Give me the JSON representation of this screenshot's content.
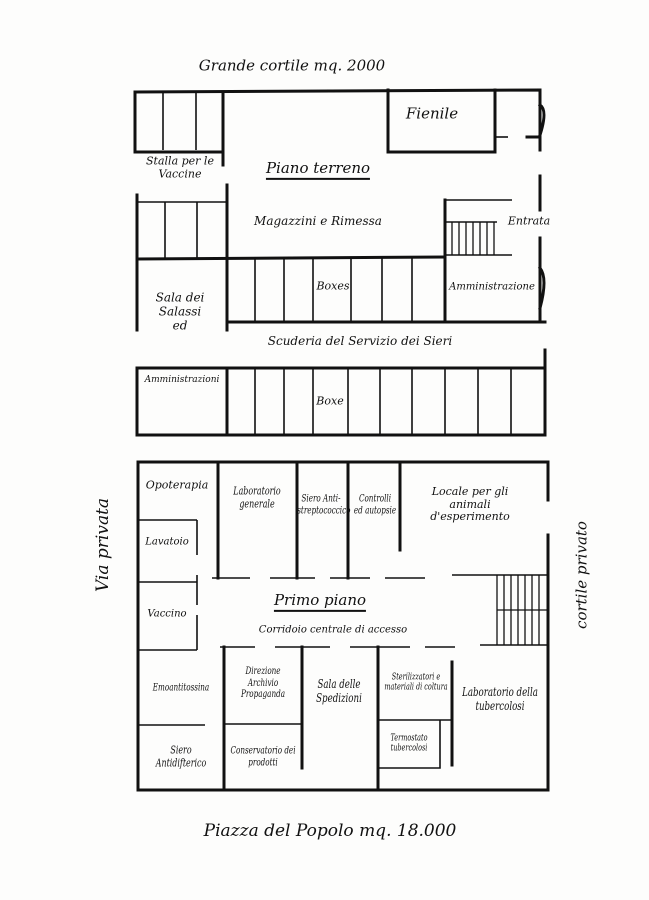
{
  "top_label": "Grande cortile mq. 2000",
  "bottom_label": "Piazza del Popolo mq. 18.000",
  "left_label": "Via privata",
  "right_label": "cortile privato",
  "ground_floor": {
    "title": "Piano terreno",
    "rooms": {
      "fienile": "Fienile",
      "stalla": "Stalla per le Vaccine",
      "magazzini": "Magazzini e Rimessa",
      "entrata": "Entrata",
      "boxes": "Boxes",
      "amministrazione": "Amministrazione",
      "sala_salassi": "Sala dei Salassi ed",
      "scuderia": "Scuderia del Servizio dei Sieri",
      "amministrazioni": "Amministrazioni",
      "boxe": "Boxe"
    }
  },
  "first_floor": {
    "title": "Primo piano",
    "corridor": "Corridoio centrale di accesso",
    "rooms": {
      "opoterapia": "Opoterapia",
      "lab_generale": "Laboratorio generale",
      "siero_antistreptococcico": "Siero Anti- streptococcico",
      "controlli": "Controlli ed autopsie",
      "locale_animali": "Locale per gli animali d'esperimento",
      "lavatoio": "Lavatoio",
      "vaccino": "Vaccino",
      "emoantitossina": "Emoantitossina",
      "direzione": "Direzione Archivio Propaganda",
      "sala_spedizioni": "Sala delle Spedizioni",
      "sterilizzatori": "Sterilizzatori e materiali di coltura",
      "termostato": "Termostato tubercolosi",
      "lab_tubercolosi": "Laboratorio della tubercolosi",
      "siero_antidifterico": "Siero Antidifterico",
      "conservatorio": "Conservatorio dei prodotti"
    }
  }
}
